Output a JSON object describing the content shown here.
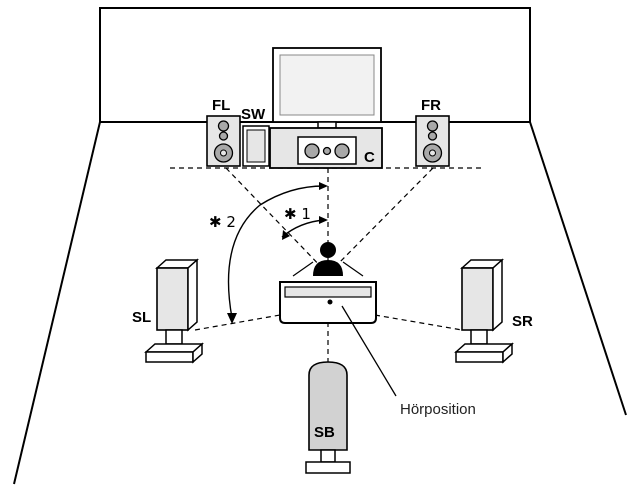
{
  "speakers": {
    "front_left": "FL",
    "subwoofer": "SW",
    "center": "C",
    "front_right": "FR",
    "surround_left": "SL",
    "surround_right": "SR",
    "surround_back": "SB"
  },
  "angles": {
    "angle_1": "✱ 1",
    "angle_2": "✱ 2"
  },
  "listening_position_label": "Hörposition",
  "colors": {
    "line": "#000000",
    "speaker_fill": "#e6e6e6",
    "speaker_dark": "#a8a8a8",
    "tv_screen": "#f2f2f2",
    "sb_fill": "#d2d2d2"
  }
}
